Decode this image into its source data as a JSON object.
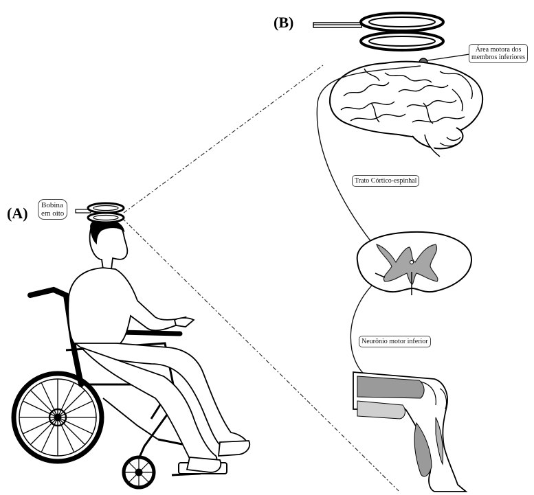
{
  "panels": {
    "a_label": "(A)",
    "b_label": "(B)"
  },
  "labels": {
    "coil_line1": "Bobina",
    "coil_line2": "em oito",
    "motor_area_line1": "Área motora dos",
    "motor_area_line2": "membros inferiores",
    "tract": "Trato Córtico-espinhal",
    "lower_neuron": "Neurônio motor inferior"
  },
  "colors": {
    "ink": "#000000",
    "gray_matter": "#a6a6a6",
    "muscle": "#9a9a9a",
    "paper": "#ffffff"
  }
}
